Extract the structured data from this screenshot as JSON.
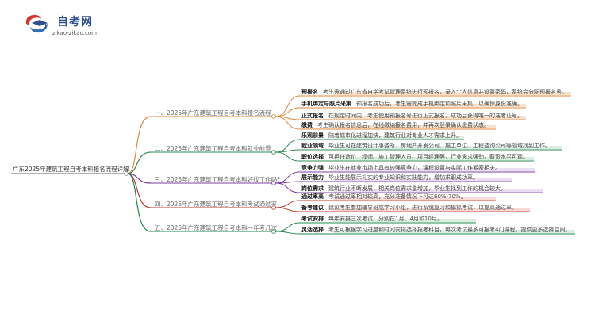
{
  "logo": {
    "title": "自考网",
    "url": "zikao-zikao.com",
    "icon": "graduation-cap-icon"
  },
  "root": "广东2025年建筑工程自考本科报名流程详解",
  "branches": [
    {
      "label": "一、2025年广东建筑工程自考本科报名流程",
      "color": "#e0873a",
      "items": [
        {
          "title": "预报名",
          "text": "考生需通过广东省自学考试管理系统进行预报名，录入个人信息并设置密码，系统会分配预报名号。"
        },
        {
          "title": "手机绑定与照片采集",
          "text": "预报名成功后，考生需完成手机绑定和照片采集，以确保身份准确。"
        },
        {
          "title": "正式报名",
          "text": "在规定时间内，考生使用预报名号进行正式报名，成功后获得唯一的准考证号。"
        },
        {
          "title": "缴费",
          "text": "考生确认报名信息后，在线缴纳报名费用，并再次登录确认缴费状态。"
        }
      ]
    },
    {
      "label": "二、2025年广东建筑工程自考本科就业前景",
      "color": "#2e8b57",
      "items": [
        {
          "title": "乐观前景",
          "text": "随着城市化进程加快，建筑行业对专业人才需求上升。"
        },
        {
          "title": "就业领域",
          "text": "毕业生可在建筑设计事务所、房地产开发公司、施工单位、工程咨询公司等领域找到工作。"
        },
        {
          "title": "职位选择",
          "text": "可担任造价工程师、施工管理人员、项目经理等，行业需求强劲，薪资水平可观。"
        }
      ]
    },
    {
      "label": "三、2025年广东建筑工程自考本科好找工作吗?",
      "color": "#7b3fa0",
      "items": [
        {
          "title": "竞争力强",
          "text": "毕业生在就业市场上具有较强竞争力，课程设置与实际工作紧密相关。"
        },
        {
          "title": "展示能力",
          "text": "毕业生能展示扎实的专业知识和实践能力，增加求职成功率。"
        },
        {
          "title": "岗位需求",
          "text": "建筑行业不断发展，相关岗位需求量增加，毕业生找到工作的机会较大。"
        }
      ]
    },
    {
      "label": "四、2025年广东建筑工程自考本科考试通过率",
      "color": "#c0392b",
      "items": [
        {
          "title": "通过率高",
          "text": "考试通过率相对较高，充分准备情况下可达60%-70%。"
        },
        {
          "title": "备考建议",
          "text": "建议考生参加辅导班或学习小组，进行系统复习和模拟考试，以提高通过率。"
        }
      ]
    },
    {
      "label": "五、2025年广东建筑工程自考本科一年考几次",
      "color": "#1f8a4c",
      "items": [
        {
          "title": "考试安排",
          "text": "每年安排三次考试，分别在1月、4月和10月。"
        },
        {
          "title": "灵活选择",
          "text": "考生可根据学习进度和时间安排选择报考科目，每次考试最多可报考4门课程，提供更多选择空间。"
        }
      ]
    }
  ]
}
